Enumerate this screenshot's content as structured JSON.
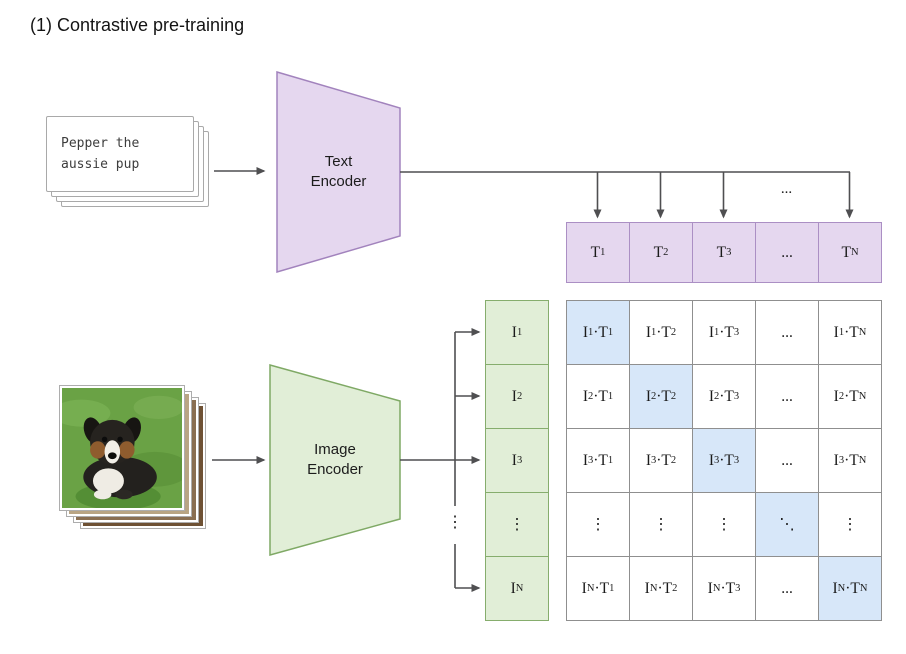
{
  "title": "(1) Contrastive pre-training",
  "caption_card": {
    "line1": "Pepper the",
    "line2": "aussie pup"
  },
  "text_encoder_label": {
    "line1": "Text",
    "line2": "Encoder"
  },
  "image_encoder_label": {
    "line1": "Image",
    "line2": "Encoder"
  },
  "ellipsis_top": "...",
  "ellipsis_branch": "⋮",
  "text_embeddings": {
    "cells": [
      "T_1",
      "T_2",
      "T_3",
      "...",
      "T_N"
    ]
  },
  "image_embeddings": {
    "cells": [
      "I_1",
      "I_2",
      "I_3",
      "⋮",
      "I_N"
    ]
  },
  "similarity_matrix": {
    "rows": [
      [
        "I_1·T_1",
        "I_1·T_2",
        "I_1·T_3",
        "...",
        "I_1·T_N"
      ],
      [
        "I_2·T_1",
        "I_2·T_2",
        "I_2·T_3",
        "...",
        "I_2·T_N"
      ],
      [
        "I_3·T_1",
        "I_3·T_2",
        "I_3·T_3",
        "...",
        "I_3·T_N"
      ],
      [
        "⋮",
        "⋮",
        "⋮",
        "⋱",
        "⋮"
      ],
      [
        "I_N·T_1",
        "I_N·T_2",
        "I_N·T_3",
        "...",
        "I_N·T_N"
      ]
    ],
    "diagonal_highlighted": true
  },
  "colors": {
    "text_encoder_fill": "#e5d7ef",
    "text_encoder_border": "#ab8fc4",
    "image_encoder_fill": "#e1eed7",
    "image_encoder_border": "#86ad6d",
    "diagonal_cell_fill": "#d7e7f9",
    "matrix_grid_border": "#8f8f8f",
    "arrow": "#4f4f51"
  }
}
